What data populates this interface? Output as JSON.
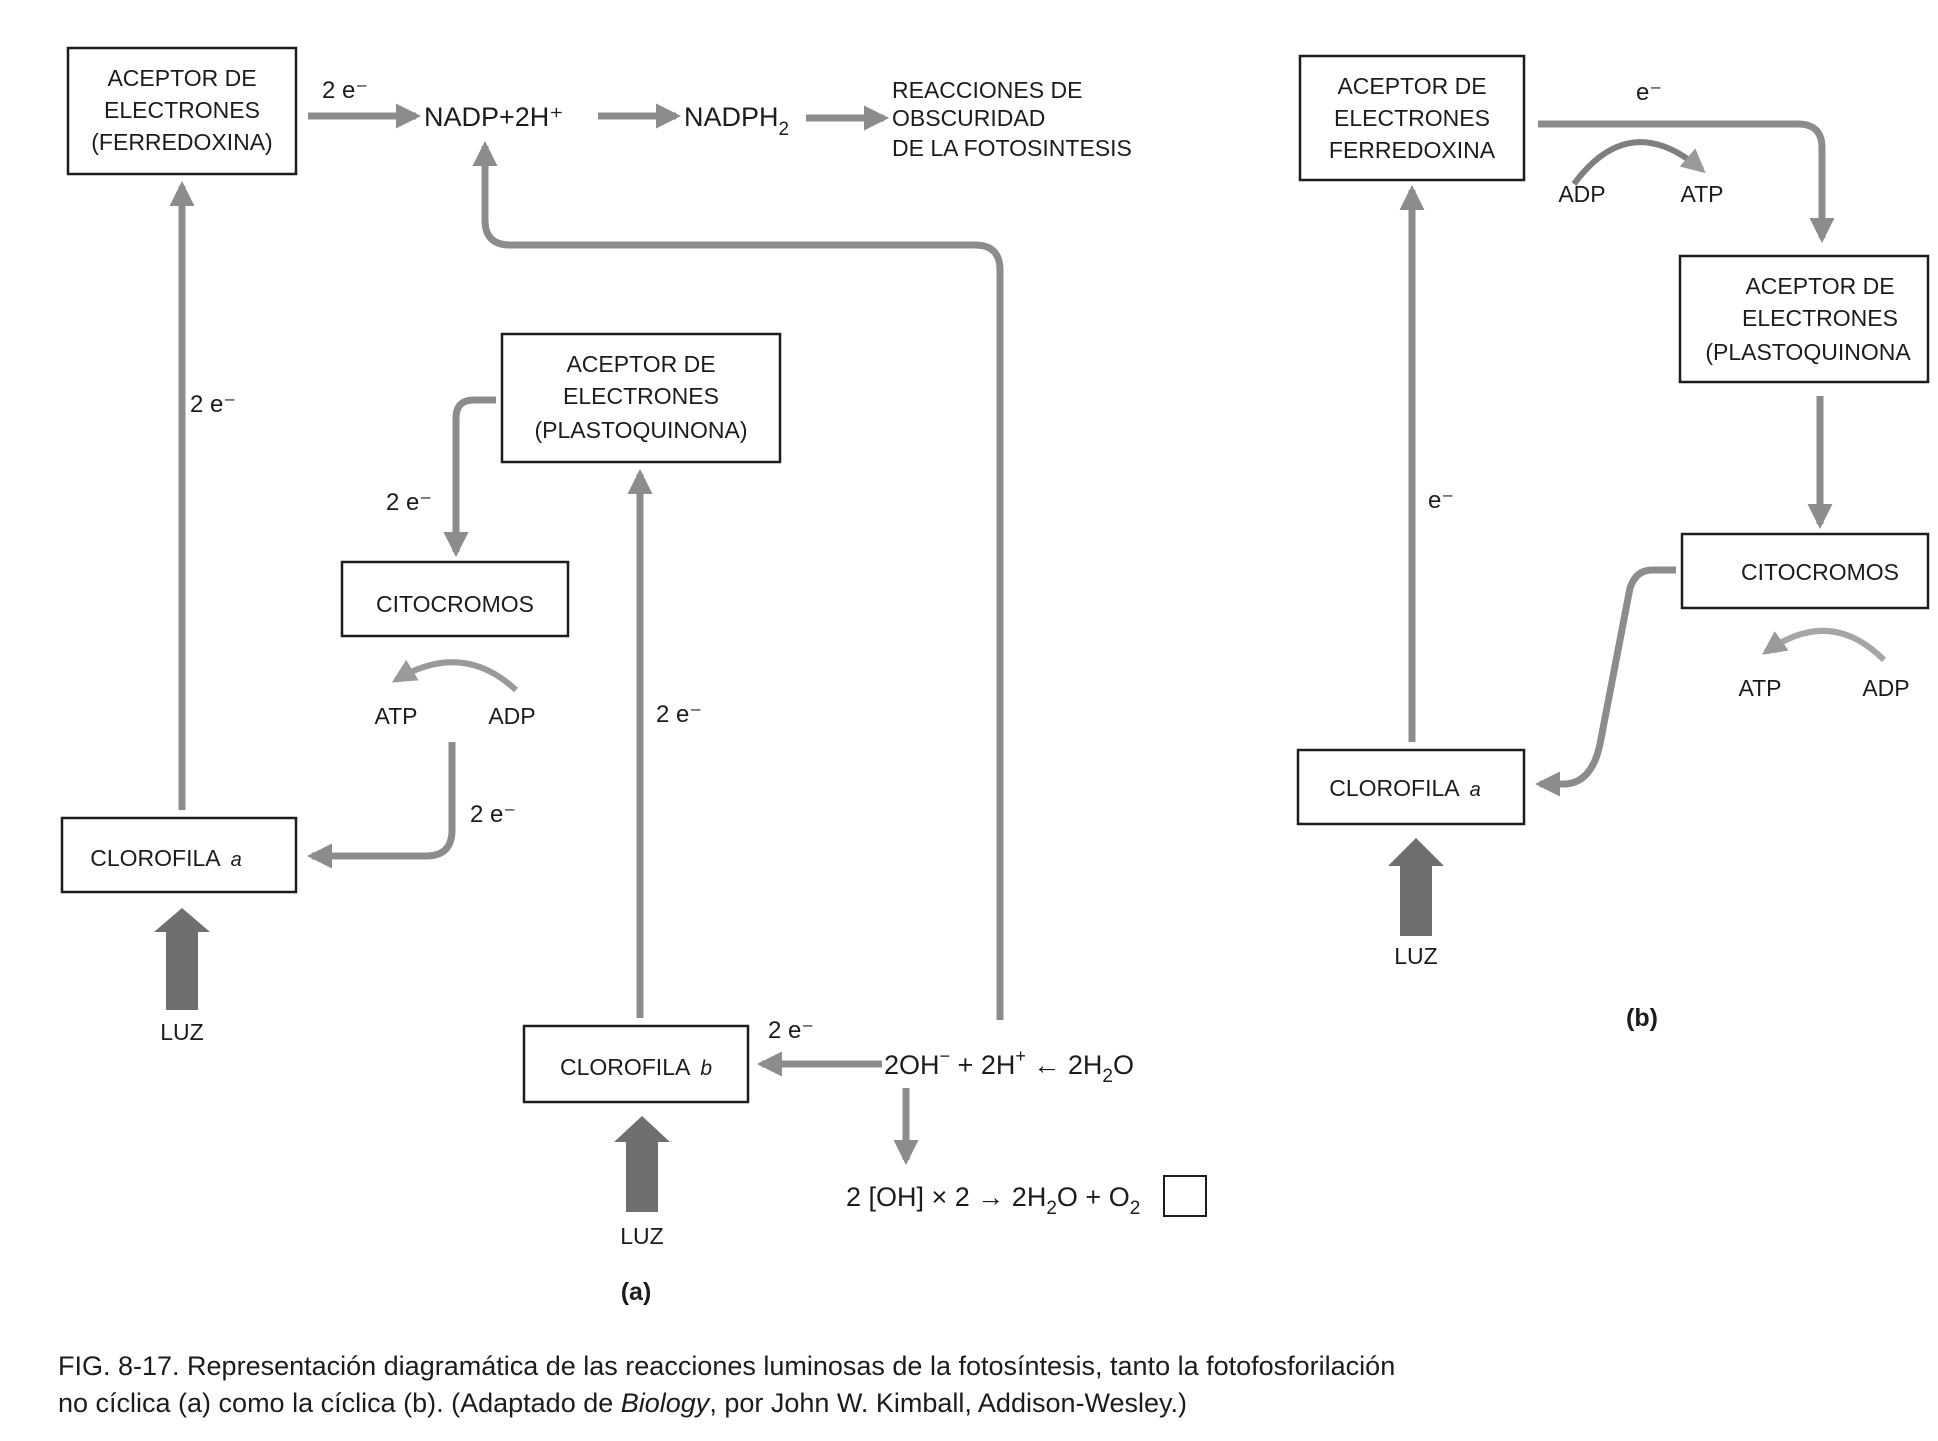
{
  "panel_a": {
    "ferredoxina_box": [
      "ACEPTOR DE",
      "ELECTRONES",
      "(FERREDOXINA)"
    ],
    "plastoquinona_box": [
      "ACEPTOR DE",
      "ELECTRONES",
      "(PLASTOQUINONA)"
    ],
    "citocromos_box": "CITOCROMOS",
    "clorofila_a_box": "CLOROFILA",
    "clorofila_a_letter": "a",
    "clorofila_b_box": "CLOROFILA",
    "clorofila_b_letter": "b",
    "e_label_top": "2 e⁻",
    "e_label_left": "2 e⁻",
    "e_label_plasto": "2 e⁻",
    "e_label_cito": "2 e⁻",
    "e_label_mid": "2 e⁻",
    "e_label_water": "2 e⁻",
    "nadp": "NADP+2H⁺",
    "nadph_base": "NADPH",
    "nadph_sub": "2",
    "reacciones": [
      "REACCIONES DE",
      "OBSCURIDAD",
      "DE LA FOTOSINTESIS"
    ],
    "atp": "ATP",
    "adp": "ADP",
    "water_eq": {
      "oh": "2OH",
      "minus": "−",
      "plus_h": " + 2H",
      "plus": "+",
      "arrow_h2o": " ← 2H",
      "sub2": "2",
      "o": "O"
    },
    "oh_eq": {
      "part1": "2 [OH] × 2 → 2H",
      "sub2": "2",
      "part2": "O + ",
      "o2": "O",
      "o2_sub": "2"
    },
    "luz_left": "LUZ",
    "luz_mid": "LUZ",
    "label": "(a)"
  },
  "panel_b": {
    "ferredoxina_box": [
      "ACEPTOR DE",
      "ELECTRONES",
      "FERREDOXINA"
    ],
    "plastoquinona_box": [
      "ACEPTOR DE",
      "ELECTRONES",
      "(PLASTOQUINONA"
    ],
    "citocromos_box": "CITOCROMOS",
    "clorofila_a_box": "CLOROFILA",
    "clorofila_a_letter": "a",
    "e_top": "e⁻",
    "e_left": "e⁻",
    "adp_top": "ADP",
    "atp_top": "ATP",
    "atp_bottom": "ATP",
    "adp_bottom": "ADP",
    "luz": "LUZ",
    "label": "(b)"
  },
  "caption": {
    "line1": "FIG. 8-17. Representación diagramática de las reacciones luminosas de la fotosíntesis, tanto la fotofosforilación",
    "line2_pre": "no cíclica (a) como la cíclica (b). (Adaptado de ",
    "line2_italic": "Biology",
    "line2_post": ", por John W. Kimball, Addison-Wesley.)"
  }
}
